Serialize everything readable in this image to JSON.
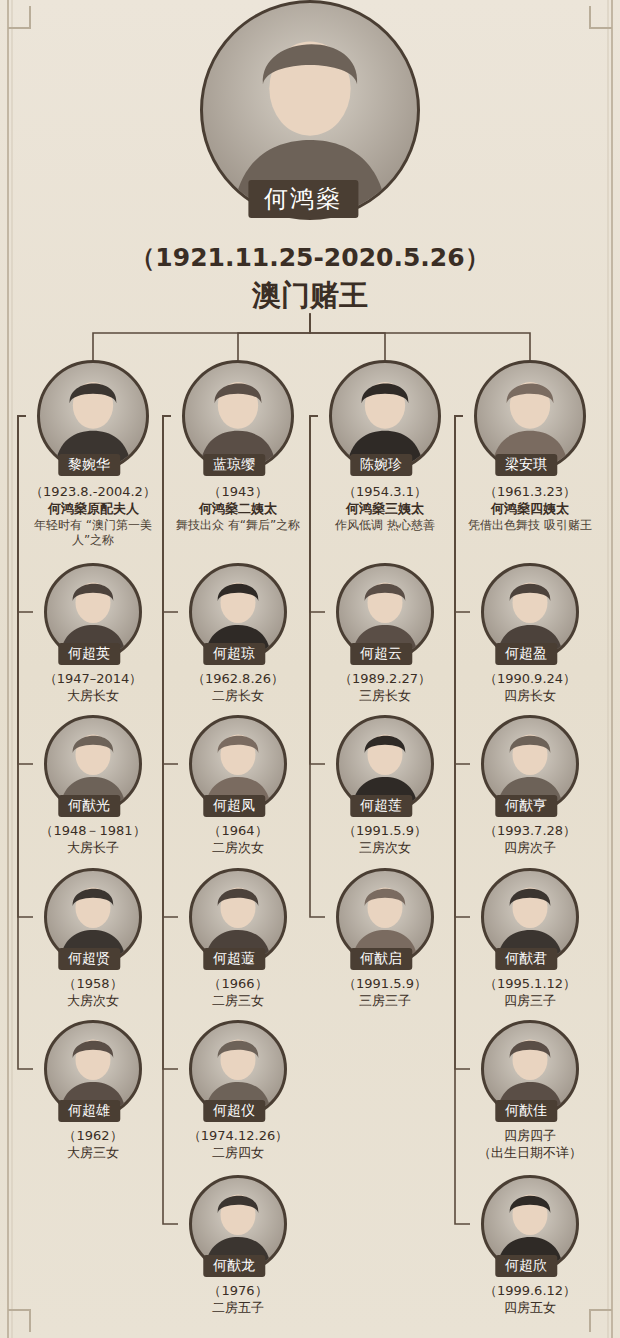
{
  "diagram": {
    "nodes": [
      {
        "text": [
          "何鸿燊",
          "（1921.11.25-2020.5.26）",
          "澳门赌王"
        ]
      },
      {
        "text": [
          "黎婉华",
          "（1923.8.-2004.2）",
          "何鸿燊原配夫人",
          "年轻时有 “澳门第一美人”之称"
        ]
      },
      {
        "text": [
          "蓝琼缨",
          "（1943）",
          "何鸿燊二姨太",
          "舞技出众 有“舞后”之称"
        ]
      },
      {
        "text": [
          "陈婉珍",
          "（1954.3.1）",
          "何鸿燊三姨太",
          "作风低调 热心慈善"
        ]
      },
      {
        "text": [
          "梁安琪",
          "（1961.3.23）",
          "何鸿燊四姨太",
          "凭借出色舞技 吸引赌王"
        ]
      },
      {
        "text": [
          "何超英",
          "（1947–2014）",
          "大房长女"
        ]
      },
      {
        "text": [
          "何猷光",
          "（1948－1981）",
          "大房长子"
        ]
      },
      {
        "text": [
          "何超贤",
          "（1958）",
          "大房次女"
        ]
      },
      {
        "text": [
          "何超雄",
          "（1962）",
          "大房三女"
        ]
      },
      {
        "text": [
          "何超琼",
          "（1962.8.26）",
          "二房长女"
        ]
      },
      {
        "text": [
          "何超凤",
          "（1964）",
          "二房次女"
        ]
      },
      {
        "text": [
          "何超蕸",
          "（1966）",
          "二房三女"
        ]
      },
      {
        "text": [
          "何超仪",
          "（1974.12.26）",
          "二房四女"
        ]
      },
      {
        "text": [
          "何猷龙",
          "（1976）",
          "二房五子"
        ]
      },
      {
        "text": [
          "何超云",
          "（1989.2.27）",
          "三房长女"
        ]
      },
      {
        "text": [
          "何超莲",
          "（1991.5.9）",
          "三房次女"
        ]
      },
      {
        "text": [
          "何猷启",
          "（1991.5.9）",
          "三房三子"
        ]
      },
      {
        "text": [
          "何超盈",
          "（1990.9.24）",
          "四房长女"
        ]
      },
      {
        "text": [
          "何猷亨",
          "（1993.7.28）",
          "四房次子"
        ]
      },
      {
        "text": [
          "何猷君",
          "（1995.1.12）",
          "四房三子"
        ]
      },
      {
        "text": [
          "何猷佳",
          "四房四子",
          "（出生日期不详）"
        ]
      },
      {
        "text": [
          "何超欣",
          "（1999.6.12）",
          "四房五女"
        ]
      }
    ],
    "edges": [
      {
        "from": 0,
        "to": 1,
        "arrow": "none"
      },
      {
        "from": 0,
        "to": 2,
        "arrow": "none"
      },
      {
        "from": 0,
        "to": 3,
        "arrow": "none"
      },
      {
        "from": 0,
        "to": 4,
        "arrow": "none"
      },
      {
        "from": 1,
        "to": 5,
        "arrow": "none"
      },
      {
        "from": 1,
        "to": 6,
        "arrow": "none"
      },
      {
        "from": 1,
        "to": 7,
        "arrow": "none"
      },
      {
        "from": 1,
        "to": 8,
        "arrow": "none"
      },
      {
        "from": 2,
        "to": 9,
        "arrow": "none"
      },
      {
        "from": 2,
        "to": 10,
        "arrow": "none"
      },
      {
        "from": 2,
        "to": 11,
        "arrow": "none"
      },
      {
        "from": 2,
        "to": 12,
        "arrow": "none"
      },
      {
        "from": 2,
        "to": 13,
        "arrow": "none"
      },
      {
        "from": 3,
        "to": 14,
        "arrow": "none"
      },
      {
        "from": 3,
        "to": 15,
        "arrow": "none"
      },
      {
        "from": 3,
        "to": 16,
        "arrow": "none"
      },
      {
        "from": 4,
        "to": 17,
        "arrow": "none"
      },
      {
        "from": 4,
        "to": 18,
        "arrow": "none"
      },
      {
        "from": 4,
        "to": 19,
        "arrow": "none"
      },
      {
        "from": 4,
        "to": 20,
        "arrow": "none"
      },
      {
        "from": 4,
        "to": 21,
        "arrow": "none"
      }
    ]
  }
}
